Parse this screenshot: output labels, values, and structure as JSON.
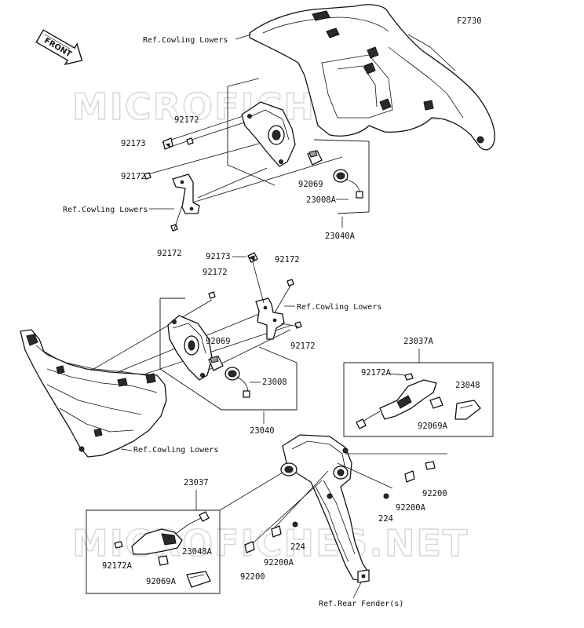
{
  "figure_code": "F2730",
  "front_label": "FRONT",
  "watermarks": [
    "MICROFICHES.NET",
    "MICROFICHES.NET"
  ],
  "parts": {
    "p92172_a": "92172",
    "p92173_a": "92173",
    "p92172_b": "92172",
    "p92172_c": "92172",
    "p92069_a": "92069",
    "p23008A": "23008A",
    "p23040A": "23040A",
    "p92173_b": "92173",
    "p92172_d": "92172",
    "p92172_e": "92172",
    "p92172_f": "92172",
    "p92069_b": "92069",
    "p23008": "23008",
    "p23040": "23040",
    "p23037A": "23037A",
    "p92172A_a": "92172A",
    "p23048": "23048",
    "p92069A_a": "92069A",
    "p23037": "23037",
    "p92172A_b": "92172A",
    "p23048A": "23048A",
    "p92069A_b": "92069A",
    "p92200_a": "92200",
    "p92200A_a": "92200A",
    "p224_a": "224",
    "p92200_b": "92200",
    "p92200A_b": "92200A",
    "p224_b": "224"
  },
  "refs": {
    "ref1": "Ref.Cowling Lowers",
    "ref2": "Ref.Cowling Lowers",
    "ref3": "Ref.Cowling Lowers",
    "ref4": "Ref.Cowling Lowers",
    "ref5": "Ref.Rear Fender(s)"
  }
}
